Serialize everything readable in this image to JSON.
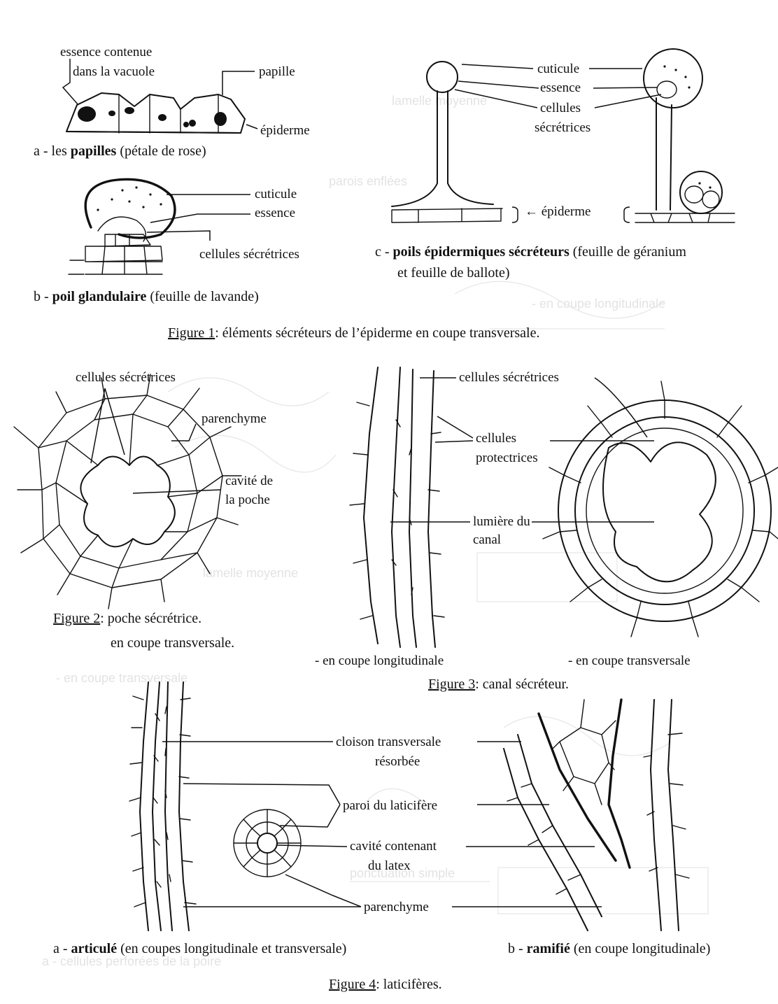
{
  "figure1": {
    "a": {
      "label_essence_1": "essence contenue",
      "label_essence_2": "dans la vacuole",
      "label_papille": "papille",
      "label_epiderme": "épiderme",
      "caption_prefix": "a - les ",
      "caption_bold": "papilles",
      "caption_suffix": " (pétale de rose)"
    },
    "b": {
      "label_cuticule": "cuticule",
      "label_essence": "essence",
      "label_cellules": "cellules sécrétrices",
      "caption_prefix": "b - ",
      "caption_bold": "poil glandulaire",
      "caption_suffix": " (feuille de lavande)"
    },
    "c": {
      "label_cuticule": "cuticule",
      "label_essence": "essence",
      "label_cellules_1": "cellules",
      "label_cellules_2": "sécrétrices",
      "label_epiderme": "← épiderme",
      "caption_prefix": "c - ",
      "caption_bold": "poils épidermiques sécréteurs",
      "caption_suffix": " (feuille de géranium",
      "caption_line2": "et feuille de ballote)"
    },
    "title_num": "Figure 1",
    "title_text": ":  éléments sécréteurs de l’épiderme en coupe transversale."
  },
  "figure2": {
    "label_cellules": "cellules sécrétrices",
    "label_parenchyme": "parenchyme",
    "label_cavite_1": "cavité de",
    "label_cavite_2": "la poche",
    "title_num": "Figure 2",
    "title_text": ":  poche sécrétrice.",
    "subtitle": "en coupe transversale."
  },
  "figure3": {
    "label_cellules_secretrices": "cellules sécrétrices",
    "label_protectrices_1": "cellules",
    "label_protectrices_2": "protectrices",
    "label_lumiere_1": "lumière du",
    "label_lumiere_2": "canal",
    "sub_longitudinale": "- en coupe longitudinale",
    "sub_transversale": "- en coupe transversale",
    "title_num": "Figure 3",
    "title_text": ":  canal sécréteur."
  },
  "figure4": {
    "label_cloison_1": "cloison transversale",
    "label_cloison_2": "résorbée",
    "label_paroi": "paroi du laticifère",
    "label_cavite_1": "cavité contenant",
    "label_cavite_2": "du latex",
    "label_parenchyme": "parenchyme",
    "a_prefix": "a  - ",
    "a_bold": "articulé",
    "a_suffix": " (en coupes longitudinale et transversale)",
    "b_prefix": "b  - ",
    "b_bold": "ramifié",
    "b_suffix": " (en coupe longitudinale)",
    "title_num": "Figure 4",
    "title_text": ":  laticifères."
  }
}
